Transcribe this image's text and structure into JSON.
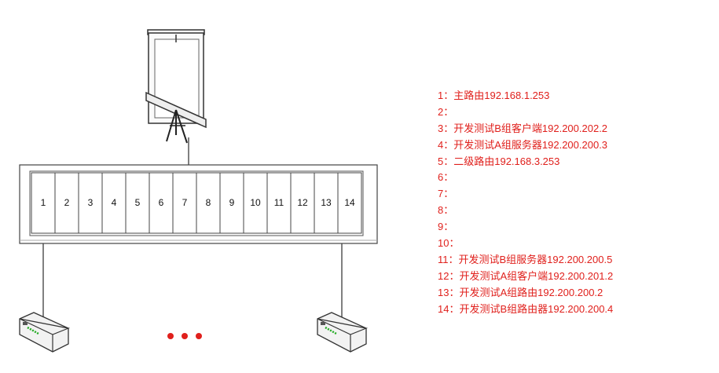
{
  "colors": {
    "legend_text": "#e0201c",
    "dots": "#e0201c",
    "device_accent": "#22aa22"
  },
  "switch": {
    "ports": [
      "1",
      "2",
      "3",
      "4",
      "5",
      "6",
      "7",
      "8",
      "9",
      "10",
      "11",
      "12",
      "13",
      "14"
    ]
  },
  "devices": {
    "projector": {
      "icon": "projector-screen-icon"
    },
    "router_left": {
      "icon": "router-icon"
    },
    "router_right": {
      "icon": "router-icon"
    },
    "ellipsis": {
      "icon": "ellipsis-dots-icon"
    }
  },
  "legend": [
    "1：主路由192.168.1.253",
    "2：",
    "3：开发测试B组客户端192.200.202.2",
    "4：开发测试A组服务器192.200.200.3",
    "5：二级路由192.168.3.253",
    "6：",
    "7：",
    "8：",
    "9：",
    "10：",
    "11：开发测试B组服务器192.200.200.5",
    "12：开发测试A组客户端192.200.201.2",
    "13：开发测试A组路由192.200.200.2",
    "14：开发测试B组路由器192.200.200.4"
  ]
}
